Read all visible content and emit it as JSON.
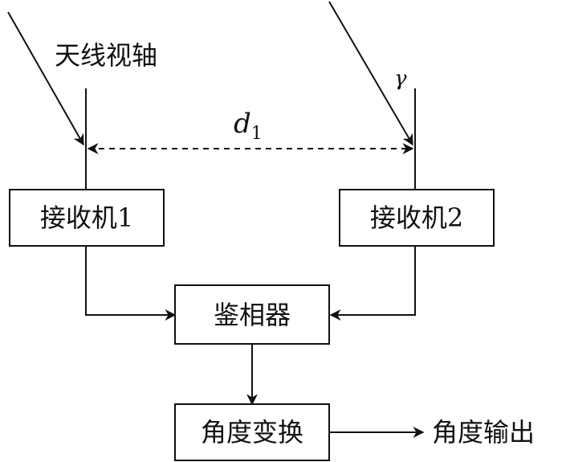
{
  "labels": {
    "antenna_axis": "天线视轴",
    "gamma": "γ",
    "baseline_var": "d",
    "baseline_sub": "1",
    "receiver1": "接收机1",
    "receiver2": "接收机2",
    "phase_detector": "鉴相器",
    "angle_transform": "角度变换",
    "angle_output": "角度输出"
  }
}
